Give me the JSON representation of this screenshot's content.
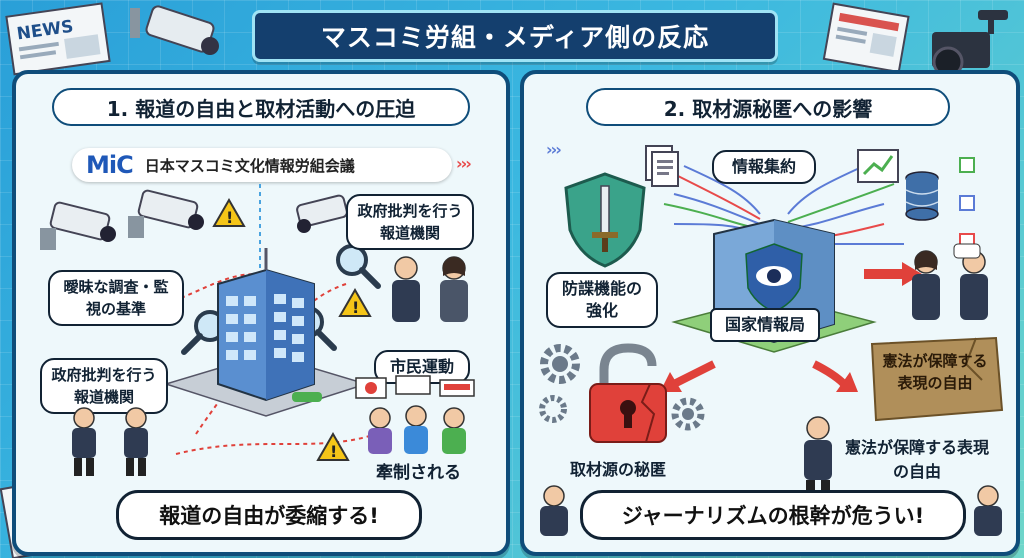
{
  "title": "マスコミ労組・メディア側の反応",
  "left": {
    "heading": "1. 報道の自由と取材活動への圧迫",
    "mic_logo": "MiC",
    "mic_name": "日本マスコミ文化情報労組会議",
    "bubble_press_top": "政府批判を行う報道機関",
    "bubble_vague": "曖昧な調査・監視の基準",
    "bubble_press_left": "政府批判を行う報道機関",
    "bubble_civic": "市民運動",
    "label_restrained": "牽制される",
    "bottom": "報道の自由が委縮する!"
  },
  "right": {
    "heading": "2. 取材源秘匿への影響",
    "bubble_intel": "情報集約",
    "bubble_counter": "防諜機能の強化",
    "agency_sign": "国家情報局",
    "stone_text": "憲法が保障する表現の自由",
    "label_source": "取材源の秘匿",
    "label_freedom": "憲法が保障する表現の自由",
    "bottom": "ジャーナリズムの根幹が危うい!"
  },
  "icons": {
    "newspaper": "NEWS"
  },
  "colors": {
    "title_bg": "#143f6e",
    "panel_border": "#0f4d7a",
    "warning": "#f5c518",
    "alert_red": "#e0413a"
  }
}
